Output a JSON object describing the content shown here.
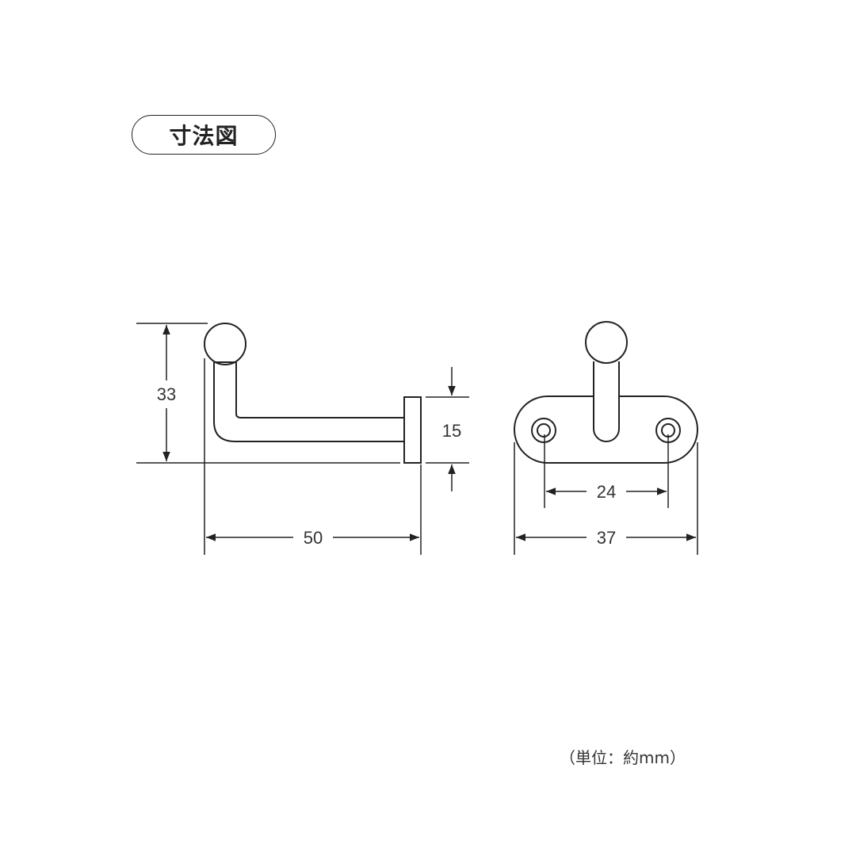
{
  "title": "寸法図",
  "side_view": {
    "height_label": "33",
    "length_label": "50",
    "flange_label": "15"
  },
  "front_view": {
    "hole_pitch_label": "24",
    "width_label": "37"
  },
  "unit_note": "（単位：約mm）",
  "colors": {
    "line": "#222222",
    "text": "#333333"
  }
}
